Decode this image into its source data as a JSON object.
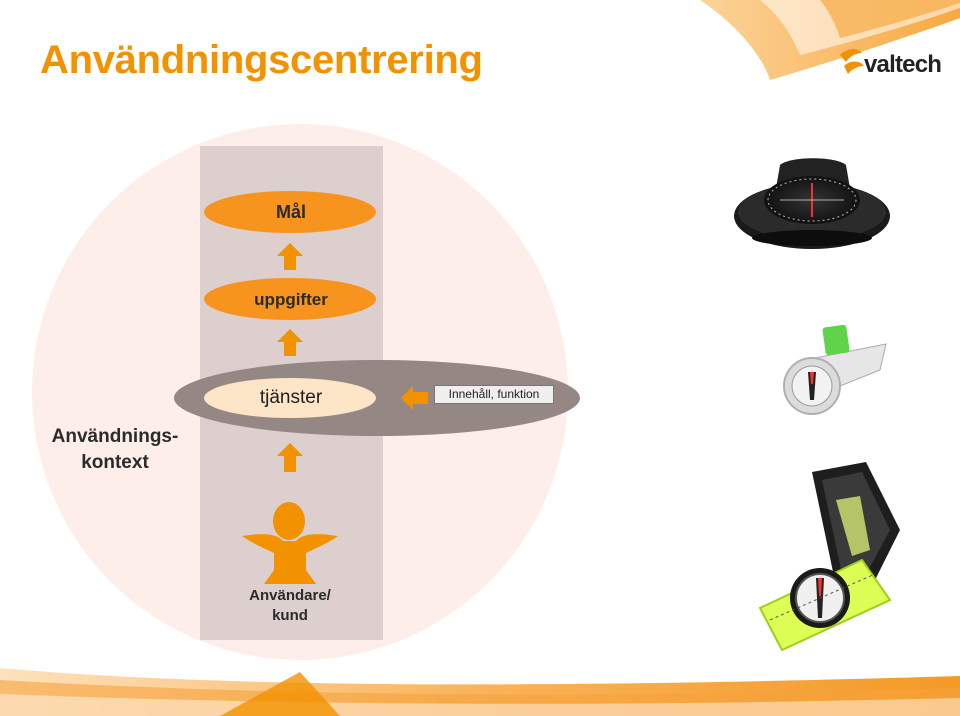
{
  "slide": {
    "title": "Användningscentrering",
    "logo": "valtech",
    "context_label": "Användnings-\nkontext",
    "ovals": {
      "goal": "Mål",
      "tasks": "uppgifter",
      "services": "tjänster"
    },
    "content_box": "Innehåll, funktion",
    "user_label": "Användare/\nkund"
  },
  "colors": {
    "accent": "#f39200",
    "oval_fill": "#f7941d",
    "pale_oval": "#fde5c7",
    "background_circle": "#fdeeea",
    "column": "#dccfcd",
    "gray_ellipse": "#958784"
  },
  "icons": [
    "compass-dashboard-image",
    "compass-small-image",
    "compass-mirror-image",
    "person-icon",
    "arrow-up-icon",
    "arrow-left-icon"
  ]
}
